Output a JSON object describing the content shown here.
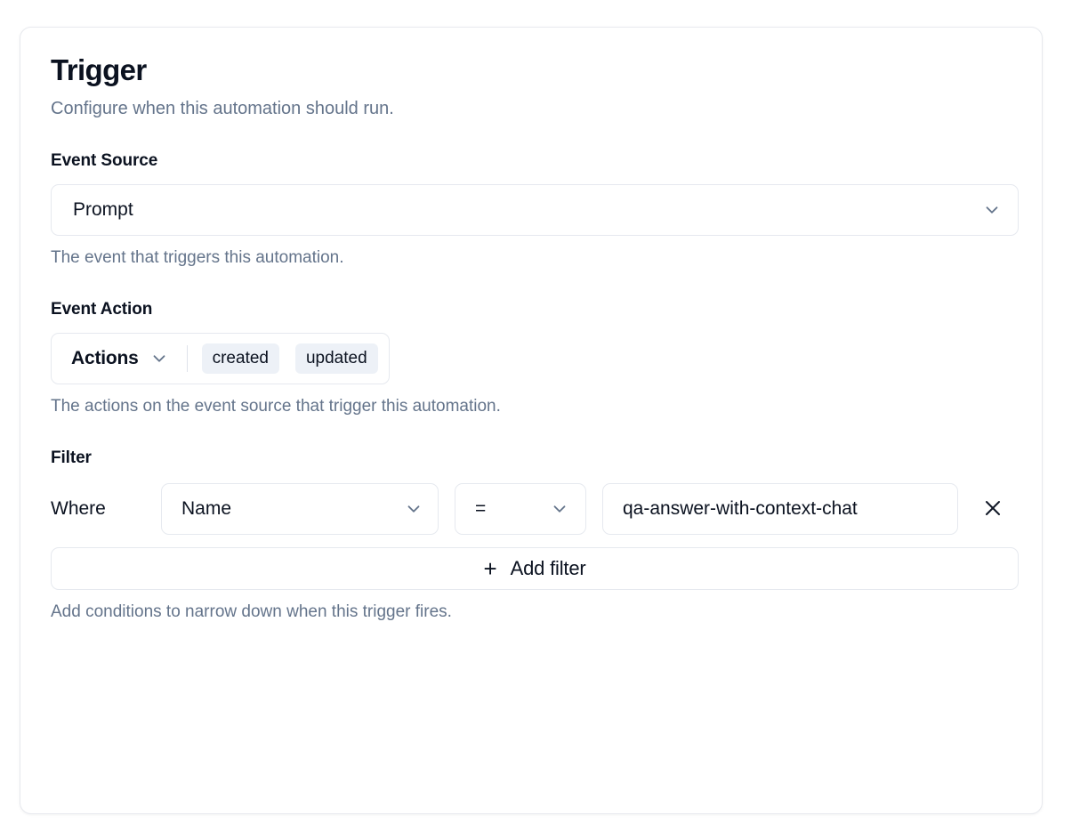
{
  "card": {
    "title": "Trigger",
    "subtitle": "Configure when this automation should run."
  },
  "event_source": {
    "label": "Event Source",
    "selected": "Prompt",
    "help": "The event that triggers this automation.",
    "chevron_icon": "chevron-down-icon"
  },
  "event_action": {
    "label": "Event Action",
    "selected": "Actions",
    "chevron_icon": "chevron-down-icon",
    "pills": [
      "created",
      "updated"
    ],
    "help": "The actions on the event source that trigger this automation."
  },
  "filter": {
    "label": "Filter",
    "where_label": "Where",
    "rows": [
      {
        "field": "Name",
        "operator": "=",
        "value": "qa-answer-with-context-chat",
        "remove_icon": "close-icon"
      }
    ],
    "add_button": {
      "plus_icon": "plus-icon",
      "label": "Add filter"
    },
    "help": "Add conditions to narrow down when this trigger fires."
  },
  "colors": {
    "text_primary": "#0b1220",
    "text_muted": "#64748b",
    "border": "#e6e9ef",
    "pill_bg": "#edf1f7",
    "chevron": "#64748b",
    "surface": "#ffffff"
  }
}
